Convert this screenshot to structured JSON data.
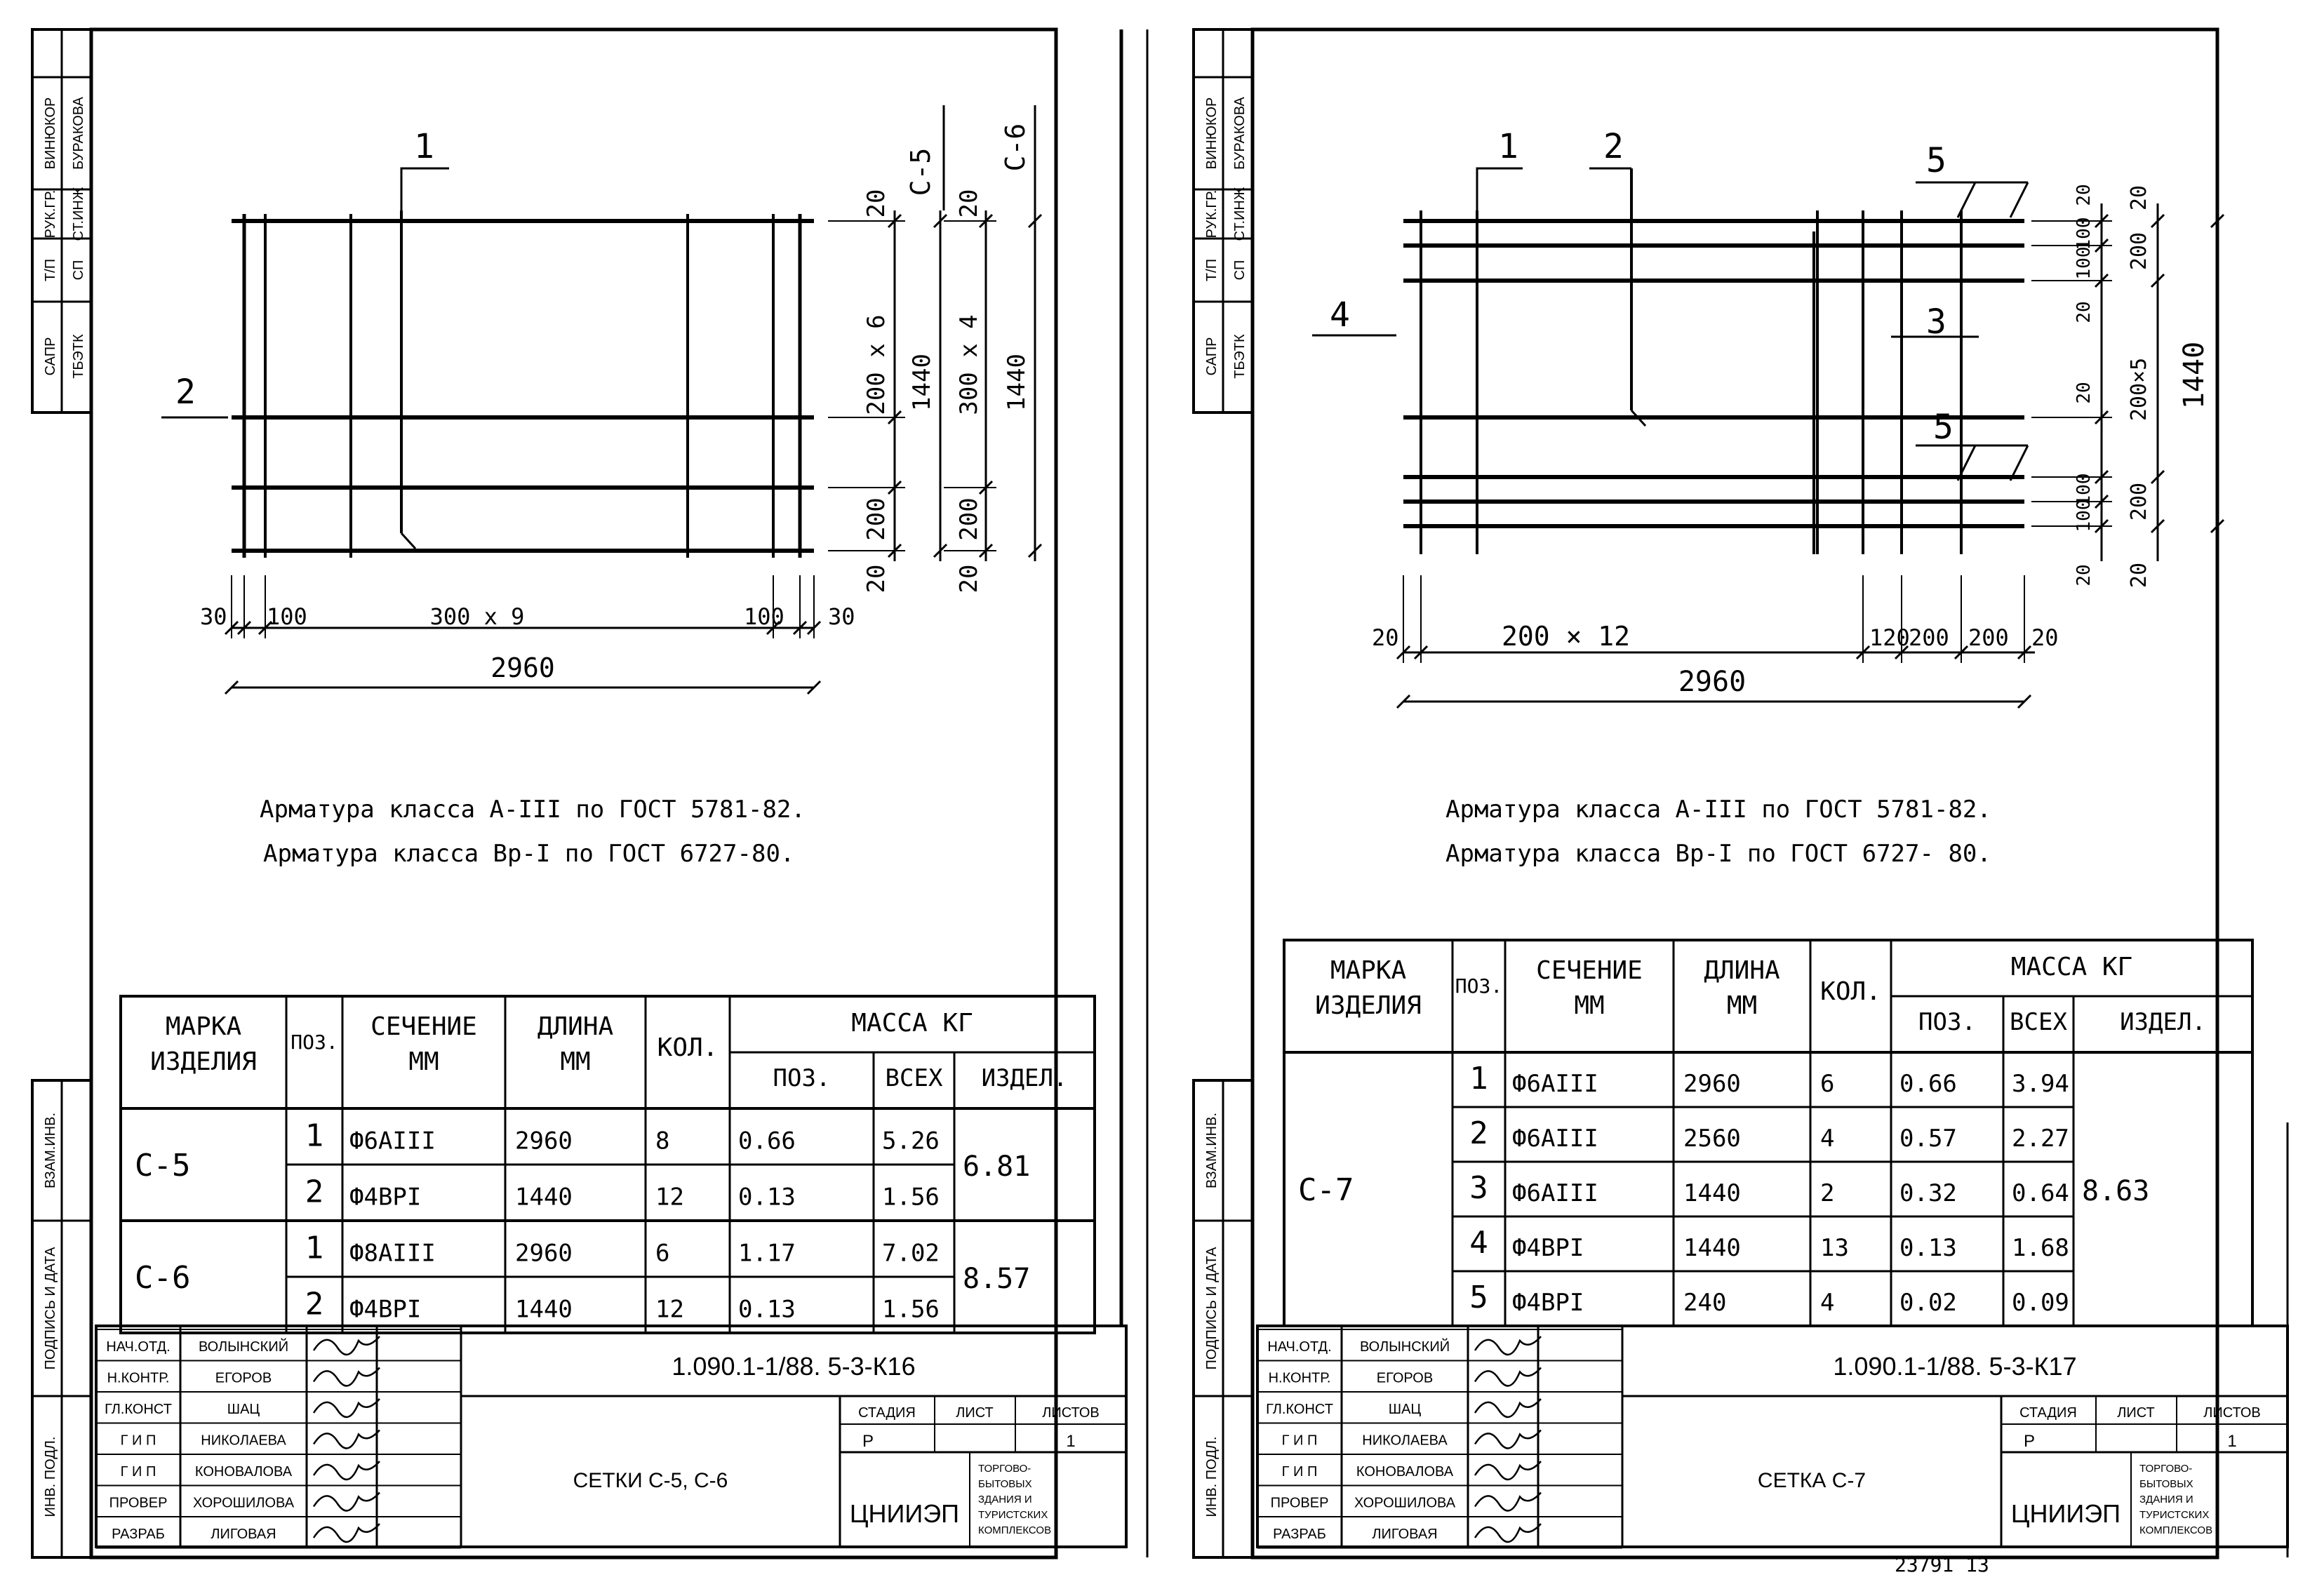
{
  "left": {
    "side_stamp": {
      "cols": [
        [
          "ВИНЮКОР",
          "БУРАКОВА"
        ],
        [
          "РУК.ГР.",
          "СТ.ИНЖ"
        ],
        [
          "Т/П",
          "СП"
        ],
        [
          "САПР",
          "ТБЭТК"
        ]
      ],
      "lower": [
        "ВЗАМ.ИНВ.",
        "ПОДПИСЬ И ДАТА",
        "ИНВ. ПОДЛ."
      ]
    },
    "drawing": {
      "callouts": [
        "1",
        "2"
      ],
      "dims_bottom": [
        "30",
        "100",
        "300  х  9",
        "100",
        "30"
      ],
      "total_width": "2960",
      "dims_right_a": [
        "20",
        "200 х 6",
        "200",
        "20"
      ],
      "dims_right_a_total": "1440",
      "dims_right_b": [
        "20",
        "300 х 4",
        "200",
        "20"
      ],
      "dims_right_b_total": "1440",
      "series": [
        "С-5",
        "С-6"
      ]
    },
    "notes": [
      "Арматура класса А-III по ГОСТ 5781-82.",
      "Арматура класса Вр-I по ГОСТ 6727-80."
    ],
    "table": {
      "headers": {
        "mark": [
          "МАРКА",
          "ИЗДЕЛИЯ"
        ],
        "pos": "ПОЗ.",
        "section": [
          "СЕЧЕНИЕ",
          "ММ"
        ],
        "length": [
          "ДЛИНА",
          "ММ"
        ],
        "qty": "КОЛ.",
        "mass": "МАССА КГ",
        "mass_pos": "ПОЗ.",
        "mass_all": "ВСЕХ",
        "mass_item": "ИЗДЕЛ."
      },
      "groups": [
        {
          "mark": "С-5",
          "item": "6.81",
          "rows": [
            {
              "pos": "1",
              "section": "Ф6АIII",
              "length": "2960",
              "qty": "8",
              "mpos": "0.66",
              "mall": "5.26"
            },
            {
              "pos": "2",
              "section": "Ф4ВРI",
              "length": "1440",
              "qty": "12",
              "mpos": "0.13",
              "mall": "1.56"
            }
          ]
        },
        {
          "mark": "С-6",
          "item": "8.57",
          "rows": [
            {
              "pos": "1",
              "section": "Ф8АIII",
              "length": "2960",
              "qty": "6",
              "mpos": "1.17",
              "mall": "7.02"
            },
            {
              "pos": "2",
              "section": "Ф4ВРI",
              "length": "1440",
              "qty": "12",
              "mpos": "0.13",
              "mall": "1.56"
            }
          ]
        }
      ]
    },
    "title_block": {
      "roles": [
        "НАЧ.ОТД.",
        "Н.КОНТР.",
        "ГЛ.КОНСТ",
        "Г И П",
        "Г И П",
        "ПРОВЕР",
        "РАЗРАБ"
      ],
      "names": [
        "ВОЛЫНСКИЙ",
        "ЕГОРОВ",
        "ШАЦ",
        "НИКОЛАЕВА",
        "КОНОВАЛОВА",
        "ХОРОШИЛОВА",
        "ЛИГОВАЯ"
      ],
      "code": "1.090.1-1/88. 5-3-К16",
      "title": "СЕТКИ С-5, С-6",
      "stage_h": "СТАДИЯ",
      "sheet_h": "ЛИСТ",
      "sheets_h": "ЛИСТОВ",
      "stage": "Р",
      "sheet": "",
      "sheets": "1",
      "org": "ЦНИИЭП",
      "org_sub": [
        "ТОРГОВО-",
        "БЫТОВЫХ",
        "ЗДАНИЯ И",
        "ТУРИСТСКИХ",
        "КОМПЛЕКСОВ"
      ]
    }
  },
  "right": {
    "side_stamp": {
      "cols": [
        [
          "ВИНЮКОР",
          "БУРАКОВА"
        ],
        [
          "РУК.ГР.",
          "СТ.ИНЖ"
        ],
        [
          "Т/П",
          "СП"
        ],
        [
          "САПР",
          "ТБЭТК"
        ]
      ],
      "lower": [
        "ВЗАМ.ИНВ.",
        "ПОДПИСЬ И ДАТА",
        "ИНВ. ПОДЛ."
      ]
    },
    "drawing": {
      "callouts": [
        "1",
        "2",
        "3",
        "4",
        "5",
        "5"
      ],
      "dims_bottom": [
        "20",
        "200 × 12",
        "120",
        "200",
        "200",
        "20"
      ],
      "total_width": "2960",
      "dims_right_a": [
        "20",
        "100",
        "100",
        "20",
        "20",
        "100",
        "100",
        "20"
      ],
      "dims_right_b": [
        "20",
        "200",
        "200×5",
        "200",
        "20"
      ],
      "dims_right_total": "1440"
    },
    "notes": [
      "Арматура класса А-III по ГОСТ 5781-82.",
      "Арматура класса Вр-I по ГОСТ 6727- 80."
    ],
    "table": {
      "headers": {
        "mark": [
          "МАРКА",
          "ИЗДЕЛИЯ"
        ],
        "pos": "ПОЗ.",
        "section": [
          "СЕЧЕНИЕ",
          "ММ"
        ],
        "length": [
          "ДЛИНА",
          "ММ"
        ],
        "qty": "КОЛ.",
        "mass": "МАССА КГ",
        "mass_pos": "ПОЗ.",
        "mass_all": "ВСЕХ",
        "mass_item": "ИЗДЕЛ."
      },
      "groups": [
        {
          "mark": "С-7",
          "item": "8.63",
          "rows": [
            {
              "pos": "1",
              "section": "Ф6АIII",
              "length": "2960",
              "qty": "6",
              "mpos": "0.66",
              "mall": "3.94"
            },
            {
              "pos": "2",
              "section": "Ф6АIII",
              "length": "2560",
              "qty": "4",
              "mpos": "0.57",
              "mall": "2.27"
            },
            {
              "pos": "3",
              "section": "Ф6АIII",
              "length": "1440",
              "qty": "2",
              "mpos": "0.32",
              "mall": "0.64"
            },
            {
              "pos": "4",
              "section": "Ф4ВРI",
              "length": "1440",
              "qty": "13",
              "mpos": "0.13",
              "mall": "1.68"
            },
            {
              "pos": "5",
              "section": "Ф4ВРI",
              "length": "240",
              "qty": "4",
              "mpos": "0.02",
              "mall": "0.09"
            }
          ]
        }
      ]
    },
    "title_block": {
      "roles": [
        "НАЧ.ОТД.",
        "Н.КОНТР.",
        "ГЛ.КОНСТ",
        "Г И П",
        "Г И П",
        "ПРОВЕР",
        "РАЗРАБ"
      ],
      "names": [
        "ВОЛЫНСКИЙ",
        "ЕГОРОВ",
        "ШАЦ",
        "НИКОЛАЕВА",
        "КОНОВАЛОВА",
        "ХОРОШИЛОВА",
        "ЛИГОВАЯ"
      ],
      "code": "1.090.1-1/88. 5-3-К17",
      "title": "СЕТКА С-7",
      "stage_h": "СТАДИЯ",
      "sheet_h": "ЛИСТ",
      "sheets_h": "ЛИСТОВ",
      "stage": "Р",
      "sheet": "",
      "sheets": "1",
      "org": "ЦНИИЭП",
      "org_sub": [
        "ТОРГОВО-",
        "БЫТОВЫХ",
        "ЗДАНИЯ И",
        "ТУРИСТСКИХ",
        "КОМПЛЕКСОВ"
      ]
    },
    "footer_number": "23791   13"
  }
}
